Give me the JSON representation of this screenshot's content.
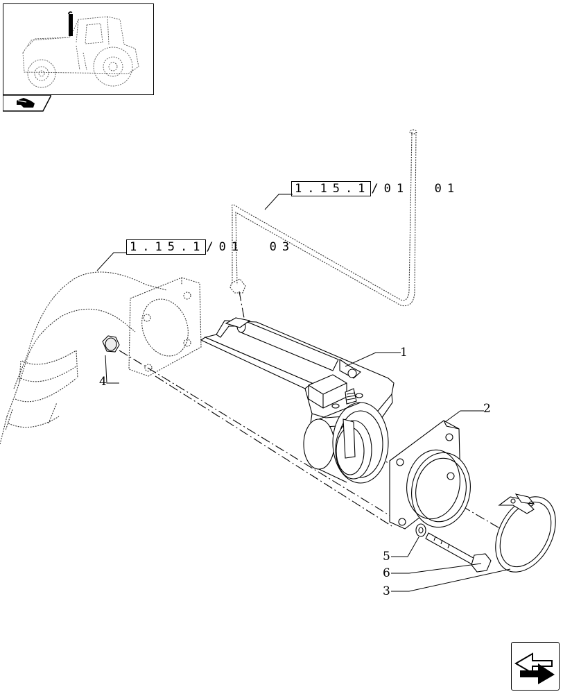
{
  "references": {
    "upper": {
      "code": "1.15.1",
      "suffix": "/01  01"
    },
    "left": {
      "code": "1.15.1",
      "suffix": "/01  03"
    }
  },
  "callouts": [
    "1",
    "2",
    "3",
    "4",
    "5",
    "6"
  ],
  "icons": {
    "thumbnail": "tractor-thumbnail-icon",
    "section_tab": "section-tab-icon",
    "navigation": "next-page-arrow-icon"
  }
}
